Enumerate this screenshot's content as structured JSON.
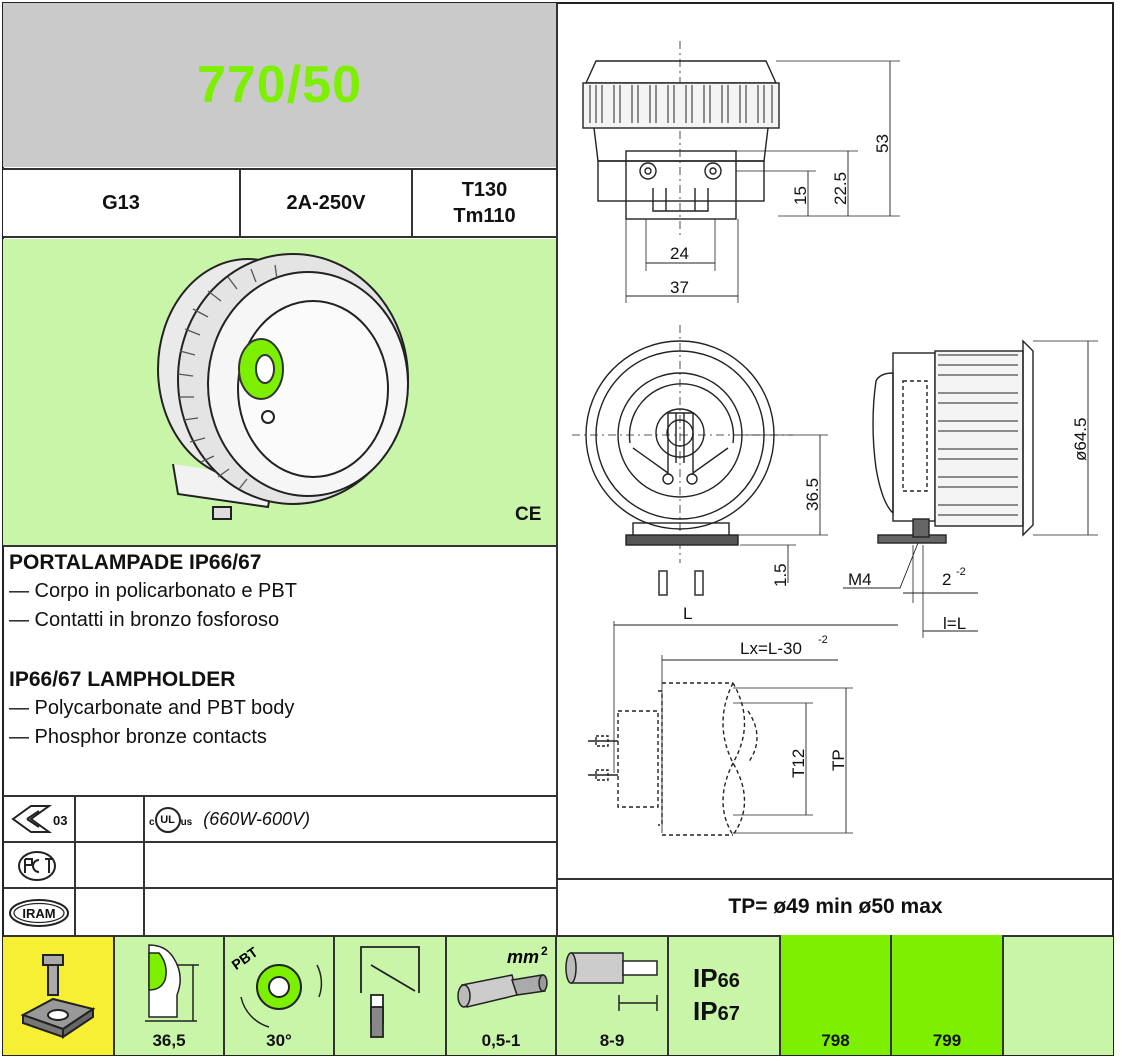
{
  "title": "770/50",
  "specs": {
    "base": "G13",
    "rating": "2A-250V",
    "temp_line1": "T130",
    "temp_line2": "Tm110"
  },
  "ce_mark": "CE",
  "description": {
    "it_heading": "PORTALAMPADE IP66/67",
    "it_lines": [
      "— Corpo in policarbonato e PBT",
      "— Contatti in bronzo fosforoso"
    ],
    "en_heading": "IP66/67 LAMPHOLDER",
    "en_lines": [
      "— Polycarbonate and PBT body",
      "— Phosphor bronze contacts"
    ]
  },
  "certifications": [
    {
      "icon": "enec-03-mark-icon",
      "mark_text": "03",
      "note": "(660W-600V)",
      "ul_text": "UL",
      "ul_c": "c",
      "ul_us": "us"
    },
    {
      "icon": "pct-gost-mark-icon",
      "note": ""
    },
    {
      "icon": "iram-mark-icon",
      "mark_text": "IRAM",
      "note": ""
    }
  ],
  "drawing": {
    "dim_53": "53",
    "dim_22_5": "22.5",
    "dim_15": "15",
    "dim_24": "24",
    "dim_37": "37",
    "dim_36_5": "36.5",
    "dim_1_5": "1.5",
    "dim_64_5": "ø64.5",
    "dim_m4": "M4",
    "dim_2": "2",
    "dim_2_sup": "-2",
    "dim_l_eq": "l=L",
    "dim_L": "L",
    "dim_lx": "Lx=L-30",
    "dim_lx_sup": "-2",
    "dim_t12": "T12",
    "dim_tp": "TP"
  },
  "tp_note": "TP= ø49 min ø50 max",
  "bottom_strip": {
    "cells": [
      {
        "icon": "screw-fixing-icon",
        "label": ""
      },
      {
        "icon": "lampholder-height-icon",
        "label": "36,5"
      },
      {
        "icon": "pbt-rotation-icon",
        "label": "30°",
        "text": "PBT"
      },
      {
        "icon": "spring-contact-icon",
        "label": ""
      },
      {
        "icon": "wire-section-icon",
        "label": "0,5-1",
        "unit": "mm",
        "unit_sup": "2"
      },
      {
        "icon": "wire-strip-icon",
        "label": "8-9"
      },
      {
        "icon": "ip-rating-icon",
        "ip1": "IP",
        "ip1_num": "66",
        "ip2": "IP",
        "ip2_num": "67"
      },
      {
        "icon": "",
        "label": "798"
      },
      {
        "icon": "",
        "label": "799"
      }
    ]
  },
  "colors": {
    "accent_green": "#7cf000",
    "light_green": "#c9f5a9",
    "yellow": "#f7ef33",
    "grey": "#cacaca"
  }
}
